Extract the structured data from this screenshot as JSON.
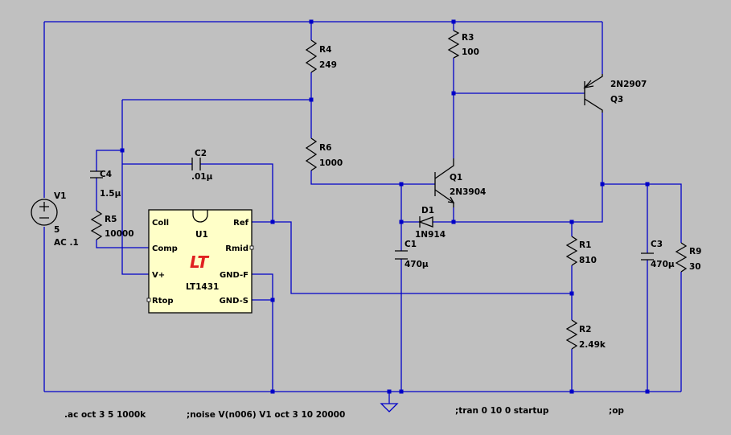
{
  "components": {
    "v1": {
      "ref": "V1",
      "value": "5",
      "ac": "AC .1"
    },
    "r4": {
      "ref": "R4",
      "value": "249"
    },
    "r3": {
      "ref": "R3",
      "value": "100"
    },
    "r6": {
      "ref": "R6",
      "value": "1000"
    },
    "r5": {
      "ref": "R5",
      "value": "10000"
    },
    "r1": {
      "ref": "R1",
      "value": "810"
    },
    "r2": {
      "ref": "R2",
      "value": "2.49k"
    },
    "r9": {
      "ref": "R9",
      "value": "30"
    },
    "c2": {
      "ref": "C2",
      "value": ".01µ"
    },
    "c4": {
      "ref": "C4",
      "value": "1.5µ"
    },
    "c1": {
      "ref": "C1",
      "value": "470µ"
    },
    "c3": {
      "ref": "C3",
      "value": "470µ"
    },
    "q1": {
      "ref": "Q1",
      "value": "2N3904"
    },
    "q3": {
      "ref": "Q3",
      "value": "2N2907"
    },
    "d1": {
      "ref": "D1",
      "value": "1N914"
    },
    "u1": {
      "ref": "U1",
      "part": "LT1431",
      "logo": "LT",
      "pins": {
        "coll": "Coll",
        "comp": "Comp",
        "vplus": "V+",
        "rtop": "Rtop",
        "ref": "Ref",
        "rmid": "Rmid",
        "gndf": "GND-F",
        "gnds": "GND-S"
      }
    }
  },
  "directives": {
    "ac": ".ac oct 3 5 1000k",
    "noise": ";noise V(n006) V1 oct 3 10 20000",
    "tran": ";tran 0 10 0 startup",
    "op": ";op"
  },
  "colors": {
    "background": "#c0c0c0",
    "wire": "#0000c8",
    "ic_body": "#ffffc8",
    "logo": "#e02020"
  }
}
